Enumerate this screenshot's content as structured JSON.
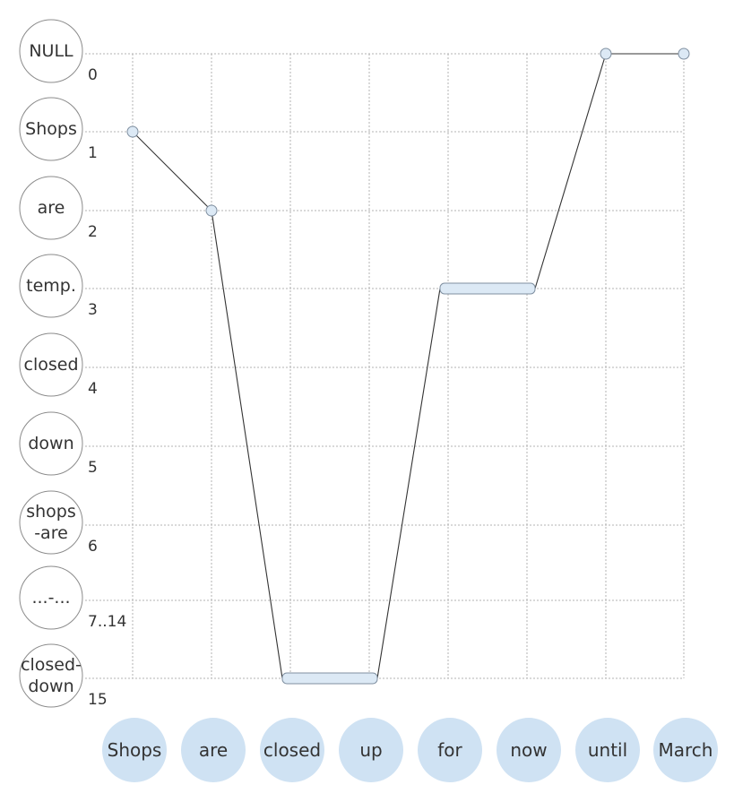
{
  "states": [
    {
      "lines": [
        "NULL"
      ],
      "index": "0"
    },
    {
      "lines": [
        "Shops"
      ],
      "index": "1"
    },
    {
      "lines": [
        "are"
      ],
      "index": "2"
    },
    {
      "lines": [
        "temp."
      ],
      "index": "3"
    },
    {
      "lines": [
        "closed"
      ],
      "index": "4"
    },
    {
      "lines": [
        "down"
      ],
      "index": "5"
    },
    {
      "lines": [
        "shops",
        "-are"
      ],
      "index": "6"
    },
    {
      "lines": [
        "...-..."
      ],
      "index": "7..14"
    },
    {
      "lines": [
        "closed-",
        "down"
      ],
      "index": "15"
    }
  ],
  "tokens": [
    "Shops",
    "are",
    "closed",
    "up",
    "for",
    "now",
    "until",
    "March"
  ],
  "alignment_path": [
    {
      "type": "point",
      "token": 0,
      "state": 1
    },
    {
      "type": "point",
      "token": 1,
      "state": 2
    },
    {
      "type": "span",
      "from_token": 2,
      "to_token": 3,
      "state": 8
    },
    {
      "type": "span",
      "from_token": 4,
      "to_token": 5,
      "state": 3
    },
    {
      "type": "point",
      "token": 6,
      "state": 0
    },
    {
      "type": "point",
      "token": 7,
      "state": 0
    }
  ],
  "colors": {
    "token_fill": "#cfe2f3",
    "path_marker_fill": "#dce9f5",
    "path_marker_stroke": "#7f8fa0",
    "grid": "#b3b3b3"
  }
}
